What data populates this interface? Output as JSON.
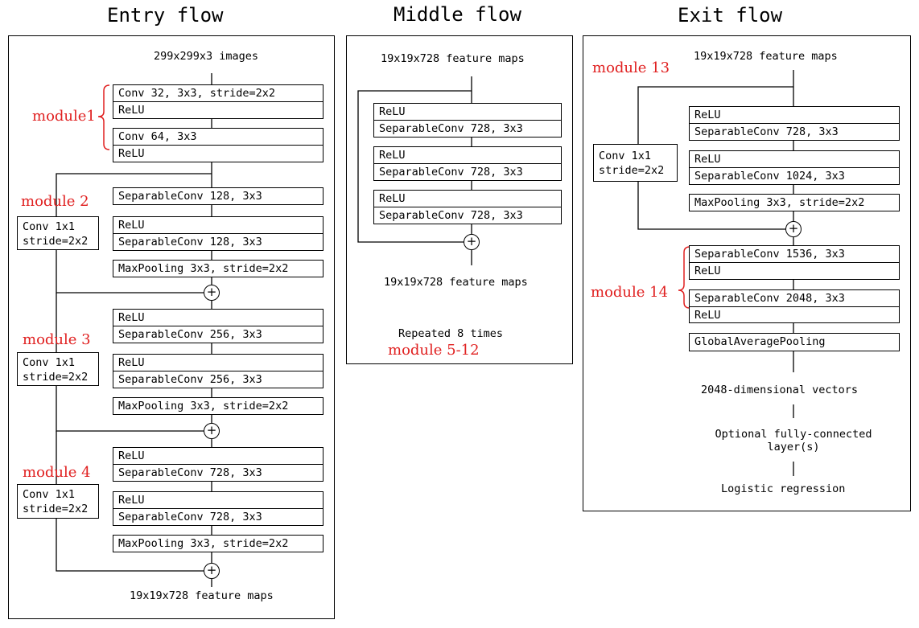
{
  "titles": {
    "entry": "Entry flow",
    "middle": "Middle flow",
    "exit": "Exit flow"
  },
  "entry": {
    "input": "299x299x3 images",
    "module1": {
      "label": "module1",
      "box1": [
        "Conv 32, 3x3, stride=2x2",
        "ReLU"
      ],
      "box2": [
        "Conv 64, 3x3",
        "ReLU"
      ]
    },
    "module2": {
      "label": "module 2",
      "side": [
        "Conv 1x1",
        "stride=2x2"
      ],
      "box1": [
        "SeparableConv 128, 3x3"
      ],
      "box2": [
        "ReLU",
        "SeparableConv 128, 3x3"
      ],
      "pool": "MaxPooling 3x3, stride=2x2"
    },
    "module3": {
      "label": "module 3",
      "side": [
        "Conv 1x1",
        "stride=2x2"
      ],
      "box1": [
        "ReLU",
        "SeparableConv 256, 3x3"
      ],
      "box2": [
        "ReLU",
        "SeparableConv 256, 3x3"
      ],
      "pool": "MaxPooling 3x3, stride=2x2"
    },
    "module4": {
      "label": "module 4",
      "side": [
        "Conv 1x1",
        "stride=2x2"
      ],
      "box1": [
        "ReLU",
        "SeparableConv 728, 3x3"
      ],
      "box2": [
        "ReLU",
        "SeparableConv 728, 3x3"
      ],
      "pool": "MaxPooling 3x3, stride=2x2"
    },
    "output": "19x19x728 feature maps"
  },
  "middle": {
    "input": "19x19x728 feature maps",
    "box1": [
      "ReLU",
      "SeparableConv 728, 3x3"
    ],
    "box2": [
      "ReLU",
      "SeparableConv 728, 3x3"
    ],
    "box3": [
      "ReLU",
      "SeparableConv 728, 3x3"
    ],
    "output": "19x19x728 feature maps",
    "repeat": "Repeated 8 times",
    "module_label": "module 5-12"
  },
  "exit": {
    "input": "19x19x728 feature maps",
    "module13": {
      "label": "module 13",
      "side": [
        "Conv 1x1",
        "stride=2x2"
      ],
      "box1": [
        "ReLU",
        "SeparableConv 728, 3x3"
      ],
      "box2": [
        "ReLU",
        "SeparableConv 1024, 3x3"
      ],
      "pool": "MaxPooling 3x3, stride=2x2"
    },
    "module14": {
      "label": "module 14",
      "box1": [
        "SeparableConv 1536, 3x3",
        "ReLU"
      ],
      "box2": [
        "SeparableConv 2048, 3x3",
        "ReLU"
      ],
      "pool": "GlobalAveragePooling"
    },
    "vectors": "2048-dimensional vectors",
    "fc": [
      "Optional fully-connected",
      "layer(s)"
    ],
    "logistic": "Logistic regression"
  },
  "plus_symbol": "+",
  "colors": {
    "module_label": "#e02020",
    "line": "#000000"
  }
}
